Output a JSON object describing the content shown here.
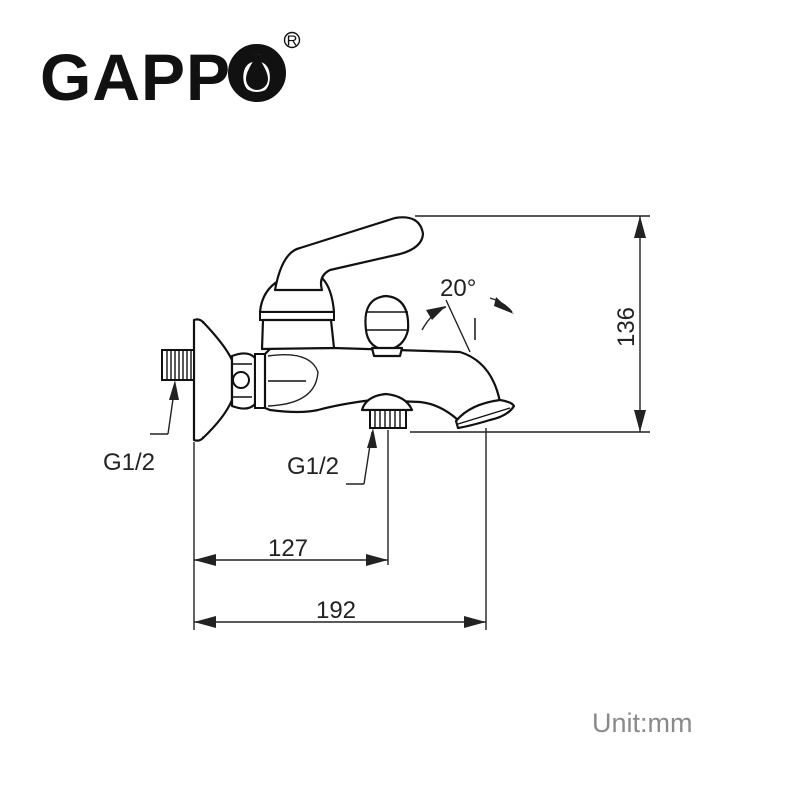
{
  "brand": {
    "name": "GAPPO",
    "registered_mark": "R"
  },
  "dimensions": {
    "height": "136",
    "handle_angle": "20°",
    "outlet_distance": "127",
    "spout_distance": "192",
    "wall_thread": "G1/2",
    "outlet_thread": "G1/2"
  },
  "unit_label": "Unit:mm"
}
